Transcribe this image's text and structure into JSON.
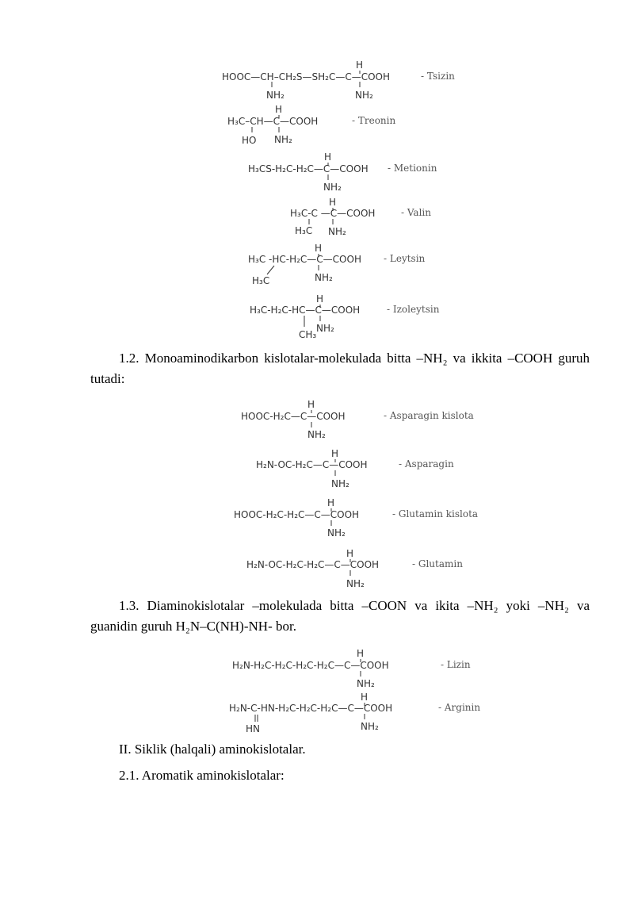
{
  "structures_group1": [
    {
      "formula_main": "HOOC—CH–CH₂S—SH₂C—C—COOH",
      "top_h": "H",
      "sub_left": "NH₂",
      "sub_right": "NH₂",
      "label": "- Tsizin"
    },
    {
      "formula_main": "H₃C–CH—C—COOH",
      "top_h": "H",
      "sub_left": "HO",
      "sub_right": "NH₂",
      "label": "- Treonin"
    },
    {
      "formula_main": "H₃CS-H₂C-H₂C—C—COOH",
      "top_h": "H",
      "sub_right": "NH₂",
      "label": "- Metionin"
    },
    {
      "formula_main": "H₃C-C —C—COOH",
      "top_h": "H",
      "sub_left": "H₃C",
      "sub_right": "NH₂",
      "label": "- Valin"
    },
    {
      "formula_main": "H₃C -HC-H₂C—C—COOH",
      "top_h": "H",
      "sub_left": "H₃C",
      "sub_right": "NH₂",
      "label": "- Leytsin"
    },
    {
      "formula_main": "H₃C-H₂C-HC—C—COOH",
      "top_h": "H",
      "sub_left": "CH₃",
      "sub_right": "NH₂",
      "label": "- Izoleytsin"
    }
  ],
  "section_1_2": {
    "text": "1.2. Monoaminodikarbon kislotalar-molekulada bitta –NH₂ va ikkita –COOH guruh tutadi:"
  },
  "structures_group2": [
    {
      "formula_main": "HOOC-H₂C—C—COOH",
      "top_h": "H",
      "sub_right": "NH₂",
      "label": "- Asparagin kislota"
    },
    {
      "formula_main": "H₂N-OC-H₂C—C—COOH",
      "top_h": "H",
      "sub_right": "NH₂",
      "label": "- Asparagin"
    },
    {
      "formula_main": "HOOC-H₂C-H₂C—C—COOH",
      "top_h": "H",
      "sub_right": "NH₂",
      "label": "- Glutamin kislota"
    },
    {
      "formula_main": "H₂N-OC-H₂C-H₂C—C—COOH",
      "top_h": "H",
      "sub_right": "NH₂",
      "label": "- Glutamin"
    }
  ],
  "section_1_3": {
    "text": "1.3.  Diaminokislotalar –molekulada bitta –COON va ikita –NH₂ yoki –NH₂ va guanidin guruh H₂N–C(NH)-NH- bor."
  },
  "structures_group3": [
    {
      "formula_main": "H₂N-H₂C-H₂C-H₂C-H₂C—C—COOH",
      "top_h": "H",
      "sub_right": "NH₂",
      "label": "- Lizin"
    },
    {
      "formula_main": "H₂N-C-HN-H₂C-H₂C-H₂C—C—COOH",
      "top_h": "H",
      "sub_left": "HN",
      "sub_right": "NH₂",
      "label": "- Arginin"
    }
  ],
  "section_II": {
    "text": "II. Siklik (halqali) aminokislotalar."
  },
  "section_2_1": {
    "text": "2.1.  Aromatik aminokislotalar:"
  }
}
